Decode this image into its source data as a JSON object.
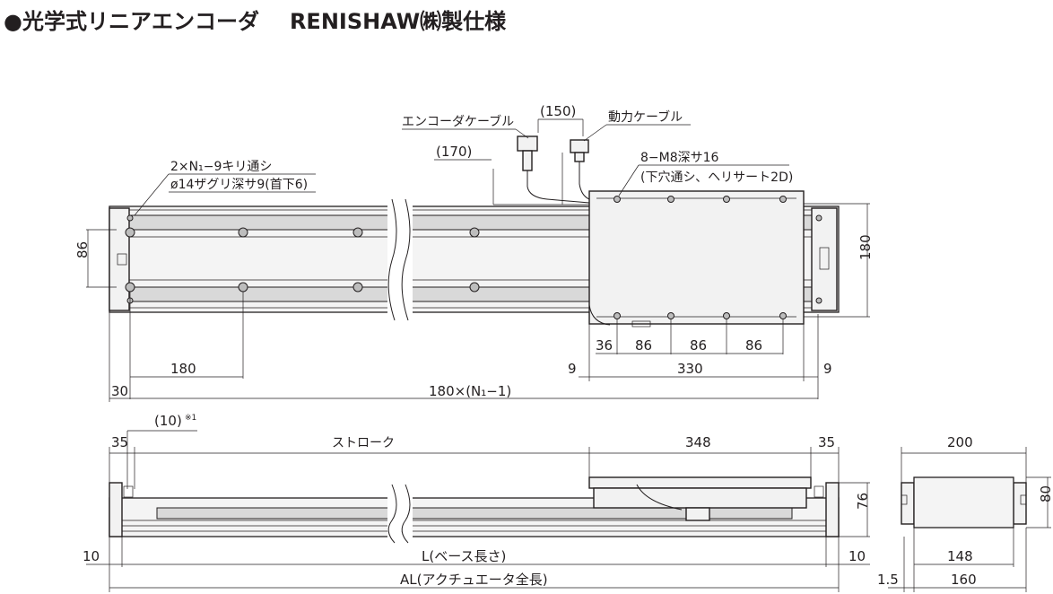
{
  "title": {
    "main": "●光学式リニアエンコーダ",
    "maker": "RENISHAW㈱製仕様"
  },
  "top_view": {
    "encoder_cable": "エンコーダケーブル",
    "power_cable": "動力ケーブル",
    "dim_150": "(150)",
    "dim_170": "(170)",
    "hole_note_1": "2×N₁−9キリ通シ",
    "hole_note_2": "ø14ザグリ深サ9(首下6)",
    "tap_note_1": "8−M8深サ16",
    "tap_note_2": "(下穴通シ、ヘリサート2D)",
    "dim_86_left": "86",
    "dim_180_right": "180",
    "dim_36": "36",
    "dim_86_a": "86",
    "dim_86_b": "86",
    "dim_86_c": "86",
    "dim_180_pitch": "180",
    "dim_9_left": "9",
    "dim_330": "330",
    "dim_9_right": "9",
    "dim_30": "30",
    "dim_pitch_total": "180×(N₁−1)"
  },
  "side_view": {
    "dim_10_note": "(10)",
    "dim_10_note_mark": "※1",
    "dim_35_left": "35",
    "stroke_label": "ストローク",
    "dim_348": "348",
    "dim_35_right": "35",
    "dim_76": "76",
    "dim_10_left": "10",
    "base_length": "L(ベース長さ)",
    "dim_10_right": "10",
    "actuator_length": "AL(アクチュエータ全長)"
  },
  "end_view": {
    "dim_200": "200",
    "dim_80": "80",
    "dim_148": "148",
    "dim_1_5": "1.5",
    "dim_160": "160"
  }
}
